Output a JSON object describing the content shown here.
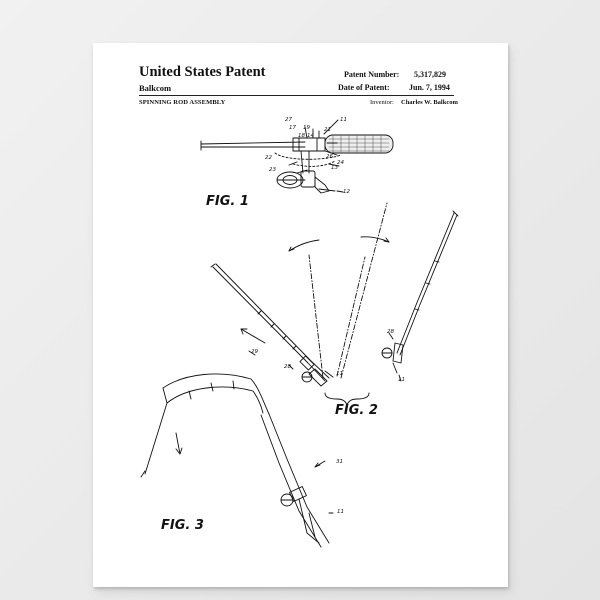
{
  "patent": {
    "title": "United States Patent",
    "inventor_surname": "Balkcom",
    "patent_number_label": "Patent Number:",
    "patent_number": "5,317,829",
    "date_label": "Date of Patent:",
    "date": "Jun. 7, 1994",
    "assembly_title": "SPINNING ROD ASSEMBLY",
    "inventor_label": "Inventor:",
    "inventor_name": "Charles W. Balkcom"
  },
  "figures": {
    "fig1": {
      "label": "FIG. 1",
      "refs": [
        "11",
        "27",
        "17",
        "19",
        "21",
        "18",
        "14",
        "22",
        "26",
        "24",
        "23",
        "13",
        "12"
      ]
    },
    "fig2": {
      "label": "FIG. 2",
      "refs": [
        "29",
        "28",
        "11",
        "28",
        "11"
      ]
    },
    "fig3": {
      "label": "FIG. 3",
      "refs": [
        "31",
        "11"
      ]
    }
  }
}
